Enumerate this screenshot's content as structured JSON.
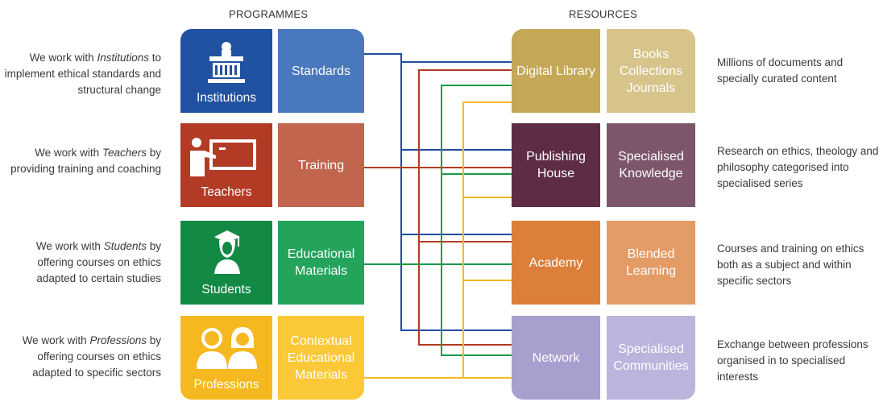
{
  "headers": {
    "programmes": "PROGRAMMES",
    "resources": "RESOURCES"
  },
  "left_descriptions": [
    {
      "pre": "We work with ",
      "em": "Institutions",
      "post": " to implement ethical standards and structural change"
    },
    {
      "pre": "We work with ",
      "em": "Teachers",
      "post": " by providing training and coaching"
    },
    {
      "pre": "We work with ",
      "em": "Students",
      "post": " by offering courses on ethics adapted to certain studies"
    },
    {
      "pre": "We work with ",
      "em": "Professions",
      "post": " by offering courses on ethics adapted to specific sectors"
    }
  ],
  "audiences": [
    {
      "label": "Institutions",
      "icon": "institution-building-icon",
      "color": "#2151a1"
    },
    {
      "label": "Teachers",
      "icon": "teacher-board-icon",
      "color": "#b23b26"
    },
    {
      "label": "Students",
      "icon": "graduate-student-icon",
      "color": "#128a45"
    },
    {
      "label": "Professions",
      "icon": "professionals-icon",
      "color": "#f6b81f"
    }
  ],
  "programmes": [
    {
      "label": "Standards",
      "color": "#4a78bd"
    },
    {
      "label": "Training",
      "color": "#c1654f"
    },
    {
      "label": "Educational Materials",
      "color": "#24a35b"
    },
    {
      "label": "Contextual Educational Materials",
      "color": "#fbc838"
    }
  ],
  "resources": [
    {
      "label": "Digital Library",
      "color": "#c4a857"
    },
    {
      "label": "Publishing House",
      "color": "#5f2c46"
    },
    {
      "label": "Academy",
      "color": "#dc7f3b"
    },
    {
      "label": "Network",
      "color": "#a99fcf"
    }
  ],
  "resource_details": [
    {
      "label": "Books Collections Journals",
      "color": "#d7c48a"
    },
    {
      "label": "Specialised Knowledge",
      "color": "#7e566c"
    },
    {
      "label": "Blended Learning",
      "color": "#e49c67"
    },
    {
      "label": "Specialised Communities",
      "color": "#bbb4dc"
    }
  ],
  "right_descriptions": [
    "Millions of documents and specially curated content",
    "Research on ethics, theology and philosophy categorised into specialised series",
    "Courses and training on ethics both as a subject and within specific sectors",
    "Exchange between professions organised in to specialised interests"
  ],
  "line_colors": {
    "institutions": "#1f4ea3",
    "teachers": "#b33a22",
    "students": "#1a9a4a",
    "professions": "#f6b81f"
  }
}
